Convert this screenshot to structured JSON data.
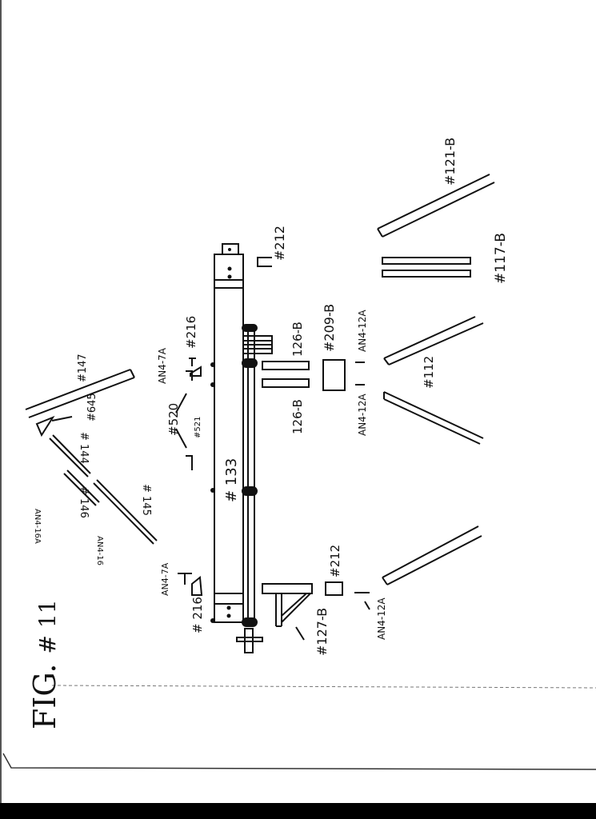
{
  "figure": {
    "title": "FIG. # 11",
    "title_main": "FIG.",
    "title_number": "# 11"
  },
  "labels": {
    "p133": "# 133",
    "p212_top": "#212",
    "p216_top": "#216",
    "an4_7a_top": "AN4-7A",
    "p520": "#520",
    "p521": "#521",
    "p126b_upper": "126-B",
    "p126b_lower": "126-B",
    "p209b": "#209-B",
    "an4_12a_right": "AN4-12A",
    "an4_12a_left": "AN4-12A",
    "p121b": "#121-B",
    "p117b": "#117-B",
    "p112": "#112",
    "p147": "#147",
    "p645": "#645",
    "p144": "# 144",
    "p145": "# 145",
    "p146": "# 146",
    "an4_16a": "AN4-16A",
    "an4_16": "AN4-16",
    "an4_7a_bottom": "AN4-7A",
    "p216_bottom": "# 216",
    "p127b": "#127-B",
    "p212_bottom": "#212",
    "an4_12a_bottom": "AN4-12A"
  },
  "colors": {
    "ink": "#111111",
    "paper": "#ffffff"
  }
}
